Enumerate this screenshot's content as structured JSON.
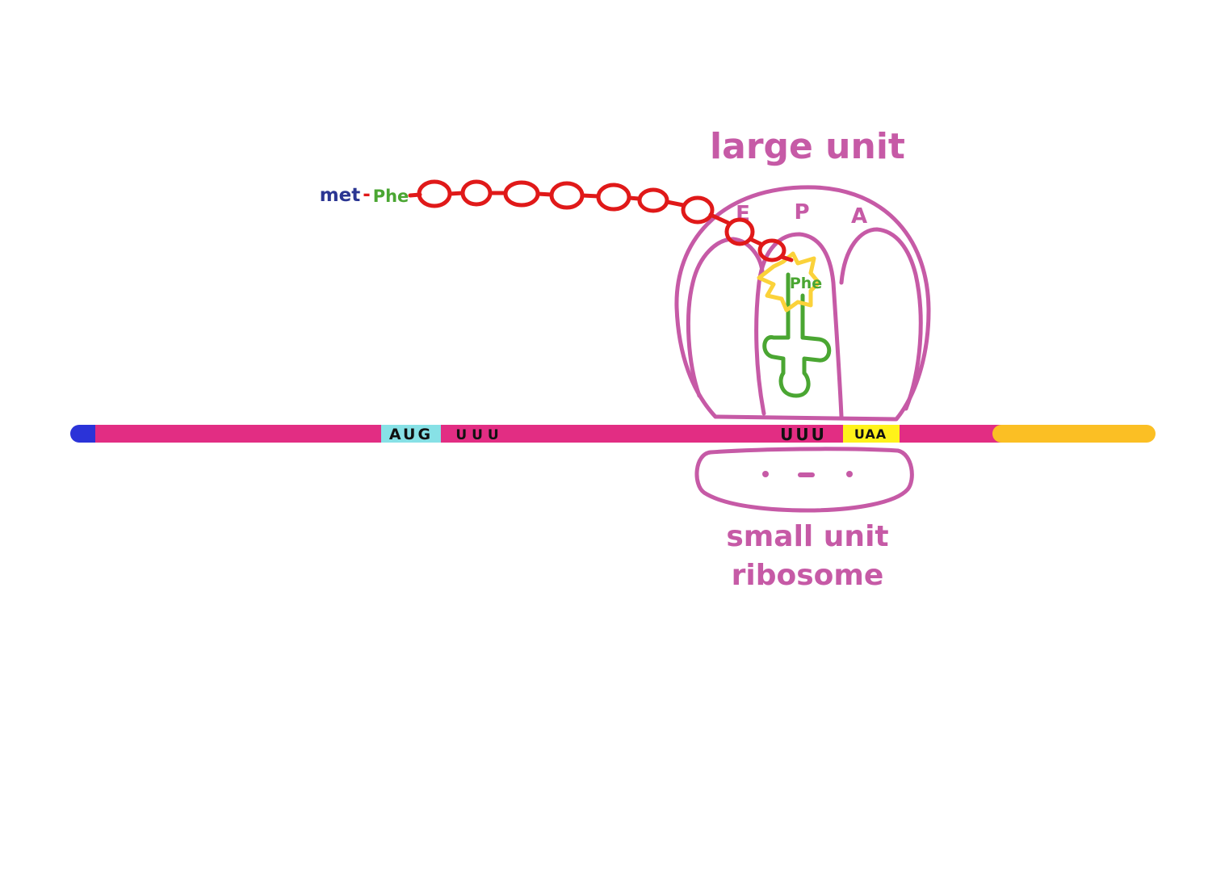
{
  "labels": {
    "large_unit": "large unit",
    "small_unit_line1": "small unit",
    "small_unit_line2": "ribosome",
    "site_e": "E",
    "site_p": "P",
    "site_a": "A",
    "chain_met": "met",
    "chain_dash": "-",
    "chain_phe": "Phe",
    "trna_amino_acid": "Phe"
  },
  "mrna": {
    "start_codon": "AUG",
    "codon_2": "U U U",
    "codon_p_site": "UUU",
    "stop_codon": "UAA"
  },
  "colors": {
    "ribosome": "#c65aa6",
    "mrna": "#e22d83",
    "cap_5prime": "#2b33d8",
    "tail_3prime": "#fbbf24",
    "start_codon_bg": "#87e1e6",
    "stop_codon_bg": "#fff21a",
    "chain": "#e01919",
    "trna": "#4aa632",
    "aa_star": "#fbd23a",
    "met_text": "#2a3592"
  }
}
